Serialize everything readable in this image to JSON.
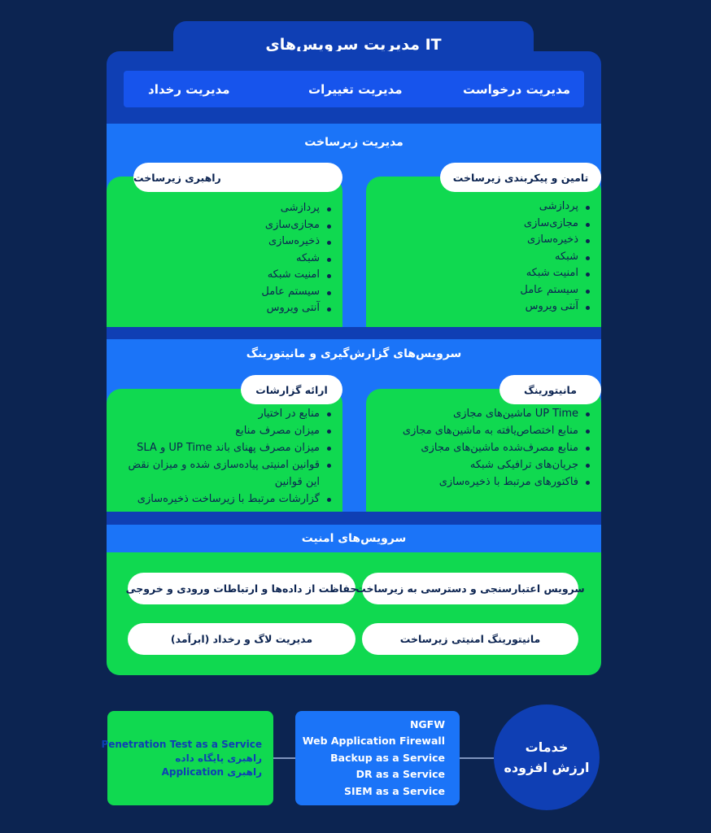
{
  "title": "مدیریت سرویس‌های IT",
  "management_items": [
    "مدیریت درخواست",
    "مدیریت تغییرات",
    "مدیریت رخداد"
  ],
  "infrastructure": {
    "heading": "مدیریت زیرساخت",
    "provisioning": {
      "label": "تامین و پیکربندی زیرساخت",
      "items": [
        "پردازشی",
        "مجازی‌سازی",
        "ذخیره‌سازی",
        "شبکه",
        "امنیت شبکه",
        "سیستم عامل",
        "آنتی ویروس"
      ]
    },
    "guidance": {
      "label": "راهبری زیرساخت",
      "items": [
        "پردازشی",
        "مجازی‌سازی",
        "ذخیره‌سازی",
        "شبکه",
        "امنیت شبکه",
        "سیستم عامل",
        "آنتی ویروس"
      ]
    }
  },
  "reporting": {
    "heading": "سرویس‌های گزارش‌گیری و مانیتورینگ",
    "monitoring": {
      "label": "مانیتورینگ",
      "items": [
        "UP Time ماشین‌های مجازی",
        "منابع اختصاص‌یافته به ماشین‌های مجازی",
        "منابع مصرف‌شده ماشین‌های مجازی",
        "جریان‌های ترافیکی شبکه",
        "فاکتورهای مرتبط با ذخیره‌سازی"
      ]
    },
    "reports": {
      "label": "ارائه گزارشات",
      "items": [
        "منابع در اختیار",
        "میزان مصرف منابع",
        "میزان مصرف پهنای باند UP Time و SLA",
        "قوانین امنیتی پیاده‌سازی شده و میزان نقض این قوانین",
        "گزارشات مرتبط با زیرساخت ذخیره‌سازی"
      ]
    }
  },
  "security": {
    "heading": "سرویس‌های امنیت",
    "items": [
      "سرویس اعتبارسنجی و دسترسی به زیرساخت",
      "حفاظت از داده‌ها و ارتباطات ورودی و خروجی",
      "مانیتورینگ امنیتی زیرساخت",
      "مدیریت لاگ و رخداد (ابرآمد)"
    ]
  },
  "value_added": {
    "circle_line1": "خدمات",
    "circle_line2": "ارزش افزوده",
    "blue_items": [
      "NGFW",
      "Web Application Firewall",
      "Backup as a Service",
      "DR as a Service",
      "SIEM as a Service"
    ],
    "green_items": [
      "Penetration Test as a Service",
      "راهبری پایگاه داده",
      "راهبری Application"
    ]
  }
}
